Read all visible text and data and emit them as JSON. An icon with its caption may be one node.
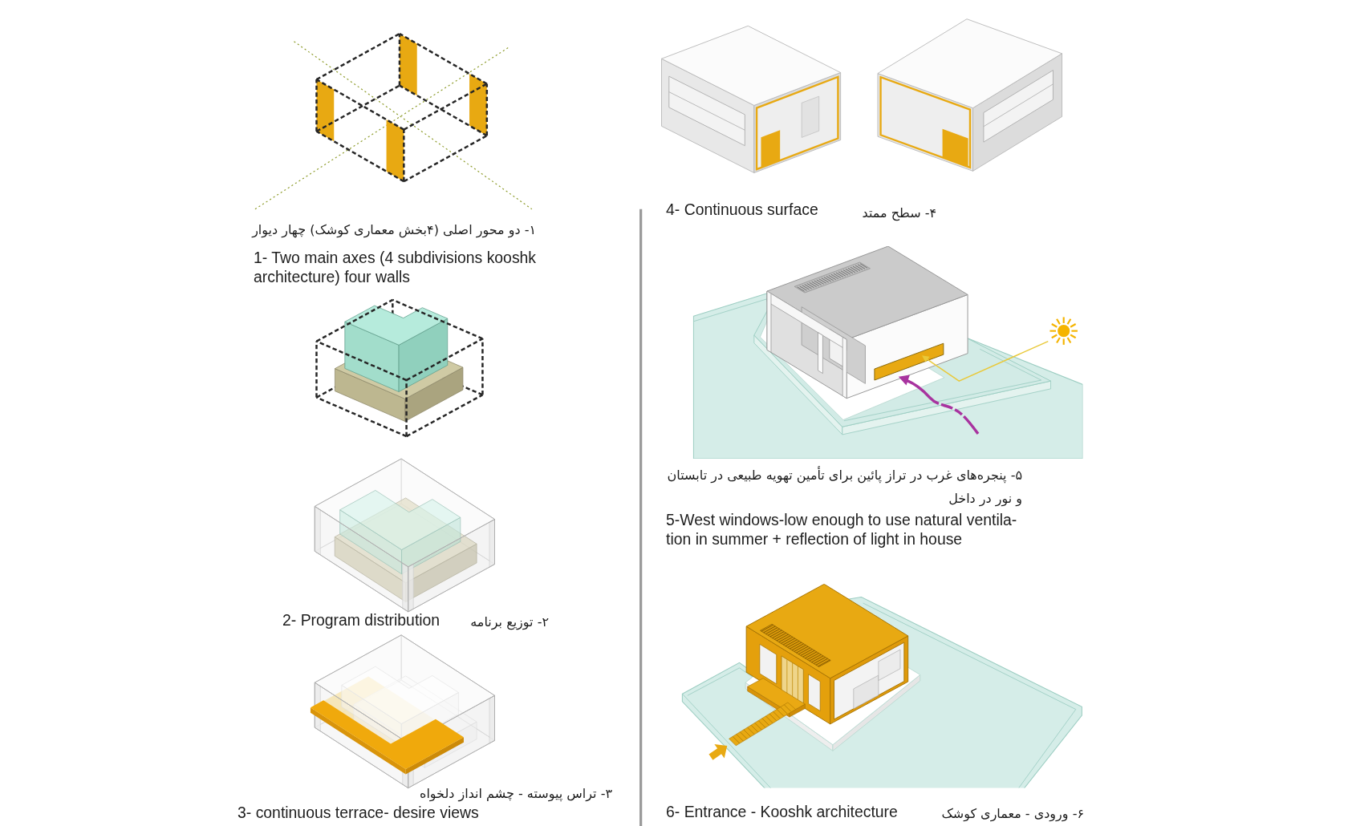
{
  "diagram": {
    "labels": [
      "۱- دو محور اصلی (۴بخش معماری کوشک) چهار دیوار",
      "1- Two main axes (4 subdivisions kooshk architecture) four walls",
      "2- Program distribution",
      "۲- توزیع برنامه",
      "۳- تراس پیوسته - چشم انداز دلخواه",
      "3- continuous terrace- desire views",
      "4- Continuous surface",
      "۴- سطح ممتد",
      "۵- پنجره‌های غرب در تراز پائین برای تأمین تهویه طبیعی در تابستان و نور در داخل",
      "5-West windows-low enough to use natural ventila- tion in summer + reflection of light in house",
      "6- Entrance - Kooshk architecture",
      "۶- ورودی - معماری کوشک"
    ]
  }
}
